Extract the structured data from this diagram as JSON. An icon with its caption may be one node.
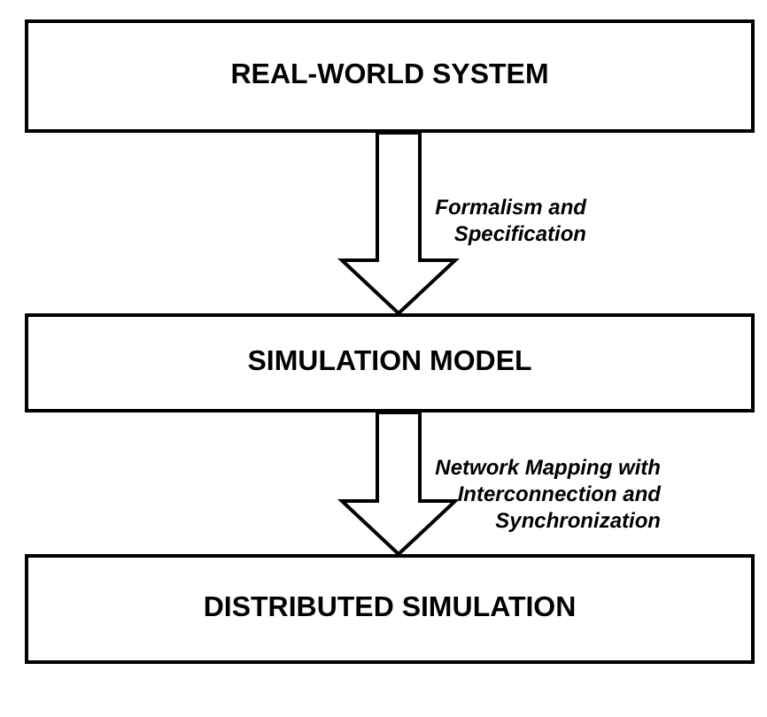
{
  "diagram": {
    "nodes": [
      {
        "text": [
          "REAL-WORLD SYSTEM"
        ]
      },
      {
        "text": [
          "SIMULATION MODEL"
        ]
      },
      {
        "text": [
          "DISTRIBUTED SIMULATION"
        ]
      }
    ],
    "edges": [
      {
        "from": 0,
        "to": 1,
        "arrow": "to",
        "label": "Formalism and Specification"
      },
      {
        "from": 1,
        "to": 2,
        "arrow": "to",
        "label": "Network Mapping with Interconnection and Synchronization"
      }
    ]
  }
}
